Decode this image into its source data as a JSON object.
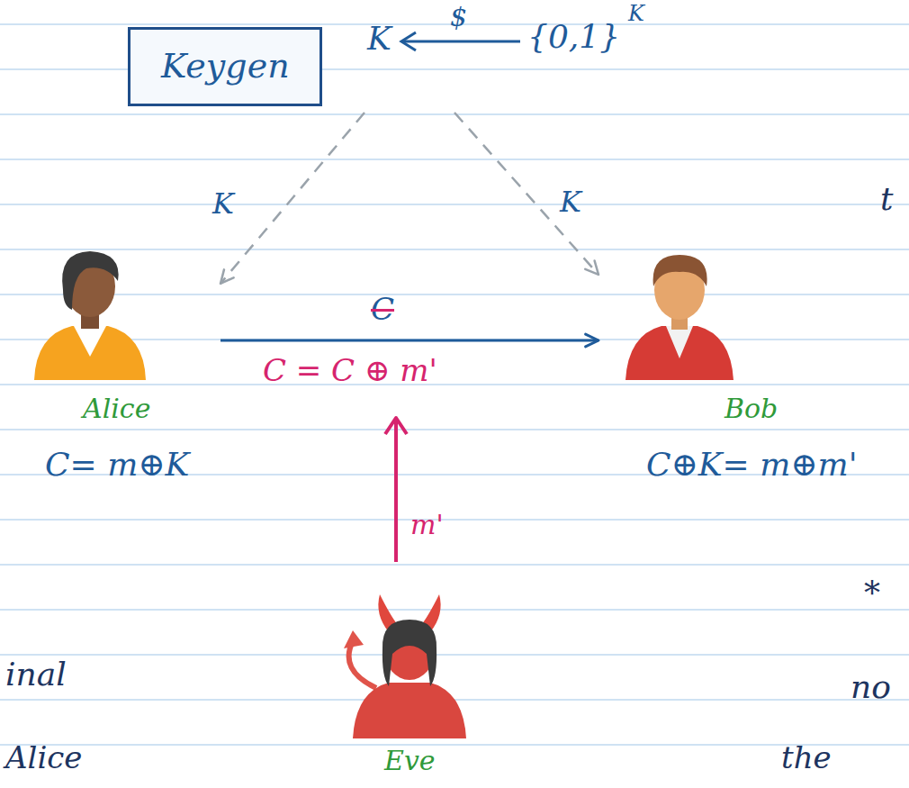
{
  "diagram": {
    "nodes": [
      {
        "text": [
          "Keygen"
        ]
      },
      {
        "text": [
          "Alice",
          "C= m⊕K"
        ]
      },
      {
        "text": [
          "Bob",
          "C⊕K= m⊕m'"
        ]
      },
      {
        "text": [
          "Eve"
        ]
      }
    ],
    "edges": [
      {
        "from": 0,
        "to": 1,
        "arrow": "to",
        "label": "K"
      },
      {
        "from": 0,
        "to": 2,
        "arrow": "to",
        "label": "K"
      },
      {
        "from": 1,
        "to": 2,
        "arrow": "to",
        "label": "C"
      }
    ],
    "labels": [
      "K",
      "$",
      "{0,1}",
      "K",
      "C = C ⊕ m'",
      "m'",
      "t",
      "*",
      "inal",
      "no",
      "Alice",
      "the"
    ]
  }
}
